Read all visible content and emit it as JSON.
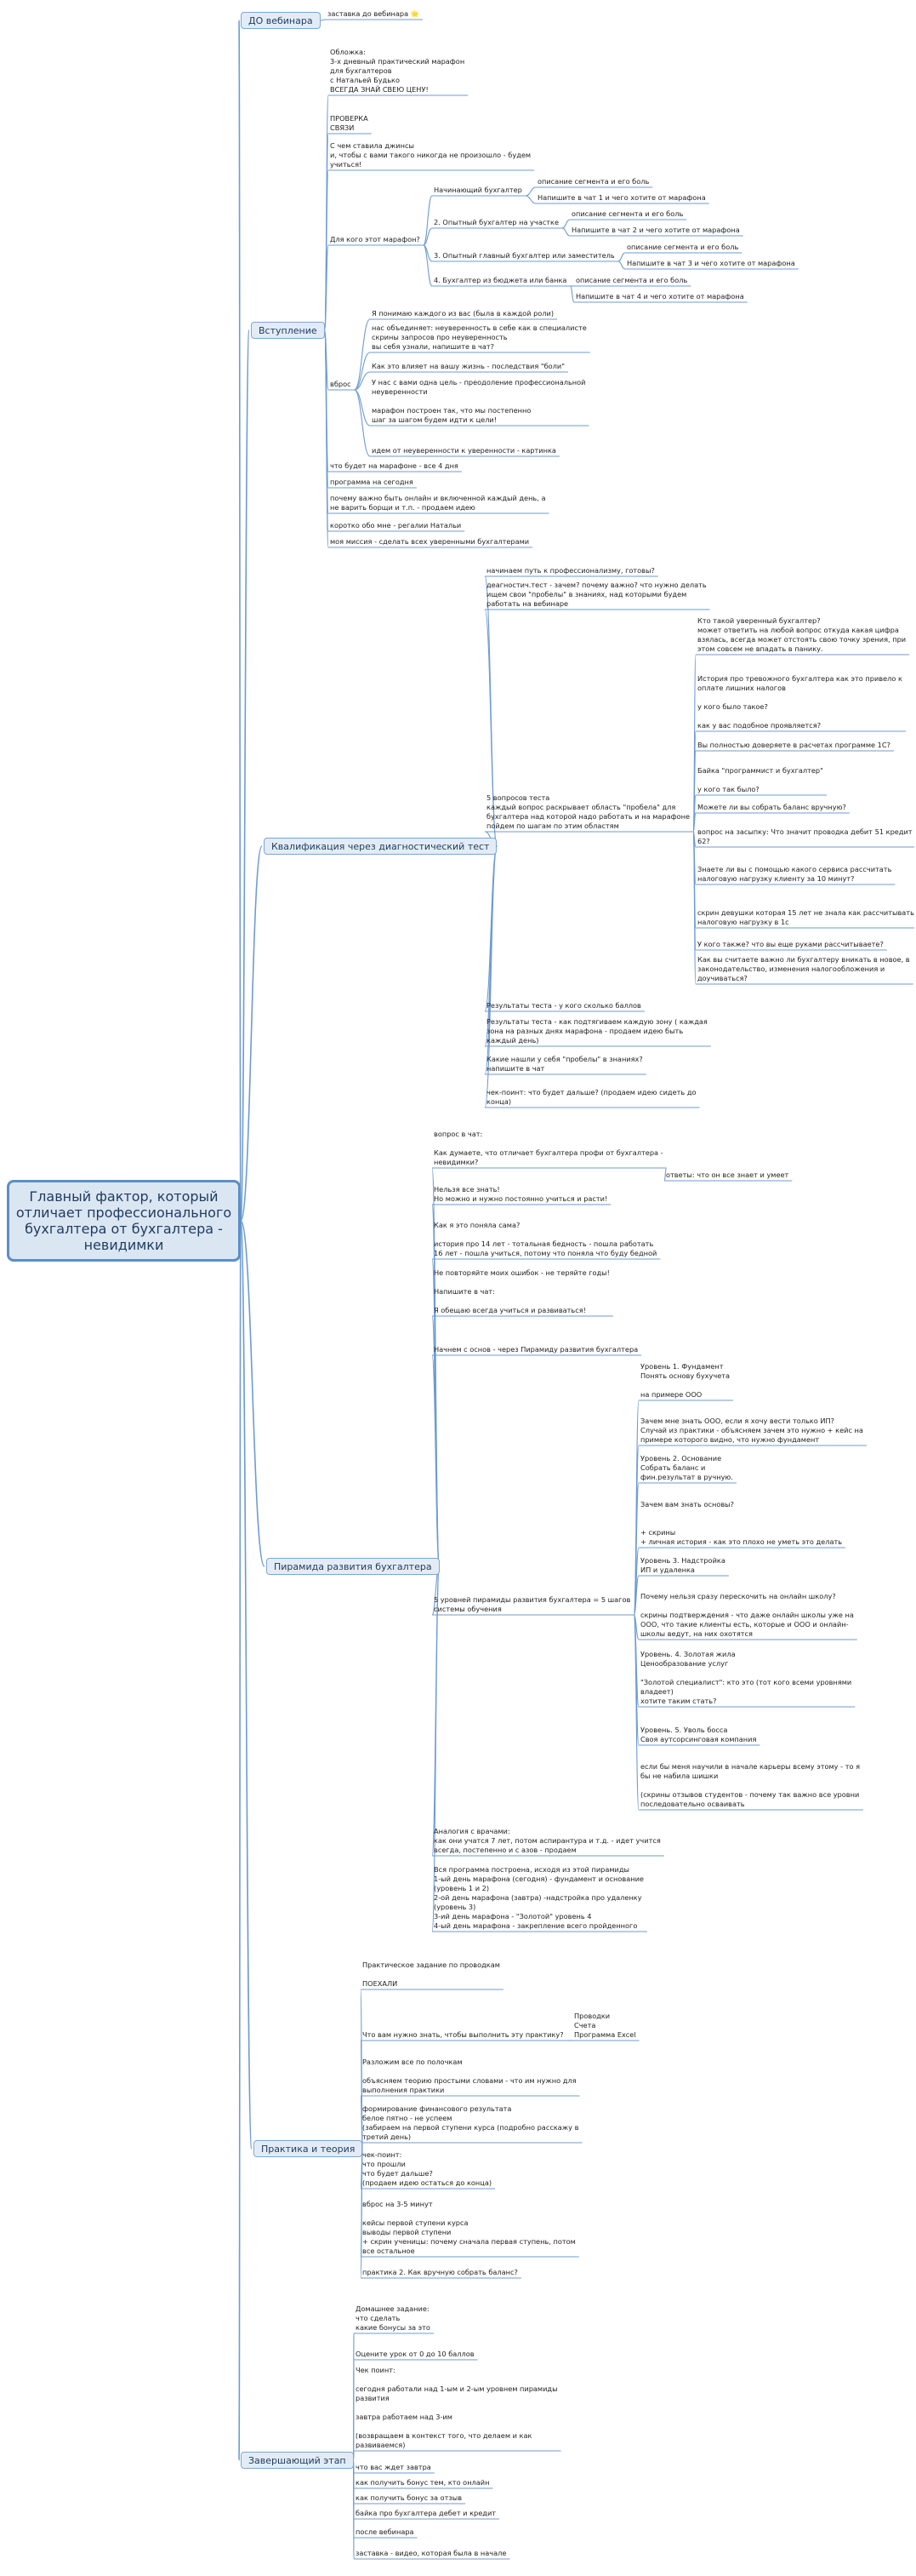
{
  "root": "Главный фактор, который отличает профессионального бухгалтера от бухгалтера - невидимки",
  "branches": [
    "ДО вебинара",
    "Вступление",
    "Квалификация через диагностический тест",
    "Пирамида развития бухгалтера",
    "Практика и теория",
    "Завершающий этап"
  ],
  "nodes": {
    "n0": "заставка до вебинара 🌟",
    "n1": "Обложка:\n3-х дневный практический марафон\nдля бухгалтеров\nс Натальей Будько\nВСЕГДА ЗНАЙ СВЕЮ ЦЕНУ!",
    "n2": "ПРОВЕРКА\nСВЯЗИ",
    "n3": "С чем ставила джинсы\nи, чтобы с вами такого никогда не произошло - будем\nучиться!",
    "n4": "Для кого этот марафон?",
    "n5": "Начинающий бухгалтер",
    "n6": "описание сегмента и его боль",
    "n7": "Напишите в чат 1 и чего хотите от марафона",
    "n8": "2. Опытный бухгалтер на участке",
    "n9": "описание сегмента и его боль",
    "n10": "Напишите в чат 2 и чего хотите от марафона",
    "n11": "3. Опытный главный бухгалтер или заместитель",
    "n12": "описание сегмента и его боль",
    "n13": "Напишите в чат 3 и чего хотите от марафона",
    "n14": "4. Бухгалтер из бюджета или банка",
    "n15": "описание сегмента и его боль",
    "n16": "Напишите в чат 4 и чего хотите от марафона",
    "n17": "вброс",
    "n18": "Я понимаю каждого из вас (была в каждой роли)",
    "n19": "нас объединяет: неуверенность в себе как в специалисте\nскрины запросов про неуверенность\nвы себя узнали, напишите в чат?",
    "n20": "Как это влияет на вашу жизнь - последствия \"боли\"",
    "n21": "У нас с вами одна цель - преодоление профессиональной\nнеуверенности\n\nмарафон построен так, что мы постепенно\nшаг за шагом будем идти к цели!",
    "n22": "идем от неуверенности к уверенности - картинка",
    "n23": "что будет на марафоне - все 4 дня",
    "n24": "программа на сегодня",
    "n25": "почему важно быть онлайн и включенной каждый день, а\nне варить борщи и т.п. - продаем идею",
    "n26": "коротко обо мне - регалии Натальи",
    "n27": "моя миссия - сделать всех уверенными бухгалтерами",
    "n28": "начинаем путь к профессионализму, готовы?",
    "n29": "деагностич.тест - зачем? почему важно? что нужно делать\nищем свои \"пробелы\" в знаниях, над которыми будем\nработать на вебинаре",
    "n30": "5 вопросов теста\nкаждый вопрос раскрывает область \"пробела\" для\nбухгалтера над которой надо работать и на марафоне\nпойдем по шагам по этим областям",
    "n31": "Кто такой уверенный бухгалтер?\nможет ответить на любой вопрос откуда какая цифра\nвзялась, всегда может отстоять свою точку зрения, при\nэтом совсем не впадать в панику.",
    "n32": "История про тревожного бухгалтера как это привело к\nоплате лишних налогов\n\nу кого было такое?\n\nкак у вас подобное проявляется?",
    "n33": "Вы полностью доверяете в расчетах программе 1С?",
    "n34": "Байка \"программист и бухгалтер\"\n\nу кого так было?",
    "n35": "Можете ли вы собрать баланс вручную?",
    "n36": "вопрос на засыпку: Что значит проводка дебит 51 кредит\n62?",
    "n37": "Знаете ли вы с помощью какого сервиса рассчитать\nналоговую нагрузку клиенту за 10 минут?",
    "n38": "скрин девушки которая 15 лет не знала как рассчитывать\nналоговую нагрузку в 1с",
    "n39": "У кого также? что вы еще руками рассчитываете?",
    "n40": "Как вы считаете важно ли бухгалтеру вникать в новое, в\nзаконодательство, изменения налогообложения и\nдоучиваться?",
    "n41": "Результаты теста - у кого сколько баллов",
    "n42": "Результаты теста - как подтягиваем каждую зону ( каждая\nзона на разных днях марафона - продаем идею быть\nкаждый день)",
    "n43": "Какие нашли у себя \"пробелы\" в знаниях?\nнапишите в чат",
    "n44": "чек-поинт: что будет дальше? (продаем идею сидеть до\nконца)",
    "n45": "вопрос в чат:\n\nКак думаете, что отличает бухгалтера профи от бухгалтера -\nневидимки?",
    "n46": "ответы: что он все знает и умеет",
    "n47": "Нельзя все знать!\nНо можно и нужно постоянно учиться и расти!",
    "n48": "Как я это поняла сама?\n\nистория про 14 лет - тотальная бедность - пошла работать\n16 лет - пошла учиться, потому что поняла что буду бедной",
    "n49": "Не повторяйте моих ошибок - не теряйте годы!\n\nНапишите в чат:\n\nЯ обещаю всегда учиться и развиваться!",
    "n50": "Начнем с основ - через Пирамиду развития бухгалтера",
    "n51": "5 уровней пирамиды развития бухгалтера = 5 шагов\nсистемы обучения",
    "n52": "Уровень 1. Фундамент\nПонять основу бухучета\n\nна примере ООО",
    "n53": "Зачем мне знать ООО, если я хочу вести только ИП?\nСлучай из практики - объясняем зачем это нужно + кейс на\nпримере которого видно, что нужно фундамент",
    "n54": "Уровень 2. Основание\nСобрать баланс и\n фин.результат в ручную.",
    "n55": "Зачем вам знать основы?\n\n\n+ скрины\n+ личная история - как это плохо не уметь это делать",
    "n56": "Уровень 3. Надстройка\n ИП и удаленка",
    "n57": "Почему нельзя сразу перескочить на онлайн школу?\n\nскрины подтверждения - что даже онлайн школы уже на\nООО, что такие клиенты есть, которые и ООО и онлайн-\nшколы ведут, на них охотятся",
    "n58": "Уровень. 4. Золотая жила\nЦенообразование услуг\n\n\"Золотой специалист\": кто это (тот кого всеми уровнями\nвладеет)\nхотите таким стать?",
    "n59": "Уровень. 5. Уволь босса\nСвоя аутсорсинговая компания",
    "n60": "если бы меня научили в начале карьеры всему этому - то я\nбы не набила шишки\n\n(скрины отзывов студентов - почему так важно все уровни\nпоследовательно осваивать",
    "n61": "Аналогия с врачами:\nкак они учатся 7 лет, потом аспирантура и т.д. - идет учится\nвсегда, постепенно и с азов - продаем",
    "n62": "Вся программа построена, исходя из этой пирамиды\n1-ый день марафона (сегодня) - фундамент и основание\n(уровень 1 и 2)\n2-ой день марафона (завтра) -надстройка про удаленку\n(уровень 3)\n3-ий день марафона - \"Золотой\" уровень 4\n4-ый день марафона - закрепление всего пройденного",
    "n63": "Практическое задание по проводкам\n\nПОЕХАЛИ",
    "n64": "Что вам нужно знать, чтобы выполнить эту практику?",
    "n65": "Проводки\nСчета\nПрограмма Excel",
    "n66": "Разложим все по полочкам\n\nобъясняем теорию простыми словами - что им нужно для\nвыполнения практики",
    "n67": "формирование финансового результата\nбелое пятно - не успеем\n(забираем на первой ступени курса (подробно расскажу в\nтретий день)",
    "n68": "чек-поинт:\nчто прошли\nчто будет дальше?\n(продаем идею остаться до конца)",
    "n69": "вброс на 3-5 минут\n\nкейсы первой ступени курса\nвыводы первой ступени\n+ скрин ученицы: почему сначала первая ступень, потом\nвсе остальное",
    "n70": "практика 2. Как вручную собрать баланс?",
    "n71": "Домашнее задание:\nчто сделать\nкакие бонусы за это",
    "n72": "Оцените урок от 0 до 10 баллов",
    "n73": "Чек поинт:\n\nсегодня работали над 1-ым и 2-ым уровнем пирамиды\nразвития\n\nзавтра работаем над 3-им\n\n(возвращаем в контекст того, что делаем и как\nразвиваемся)",
    "n74": "что вас ждет завтра",
    "n75": "как получить бонус тем, кто онлайн",
    "n76": "как получить бонус за отзыв",
    "n77": "байка про бухгалтера дебет и кредит",
    "n78": "после вебинара",
    "n79": "заставка - видео, которая была в начале"
  }
}
